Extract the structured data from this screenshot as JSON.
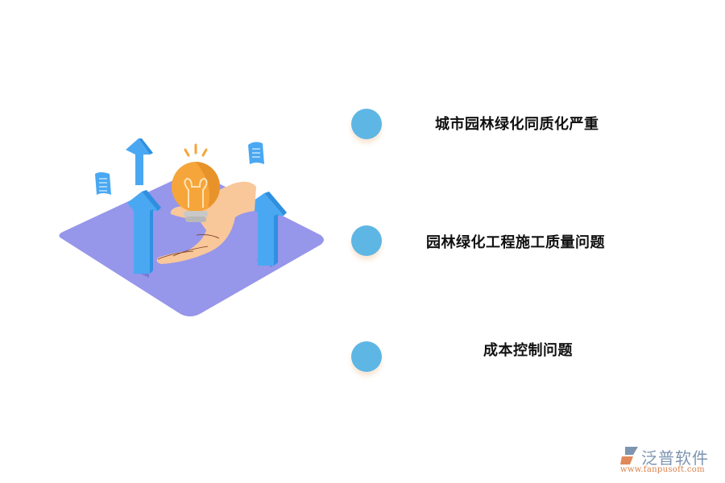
{
  "items": [
    {
      "label": "城市园林绿化同质化严重",
      "dot_color": "#5eb6e4"
    },
    {
      "label": "园林绿化工程施工质量问题",
      "dot_color": "#5eb6e4"
    },
    {
      "label": "成本控制问题",
      "dot_color": "#5eb6e4"
    }
  ],
  "illustration": {
    "description": "isometric purple platform with hand holding light bulb and blue up arrows",
    "colors": {
      "platform": "#9696ea",
      "arrow": "#4aa8f2",
      "bulb": "#f5a53a",
      "hand": "#f8c79a",
      "base": "#c8c8c8"
    }
  },
  "logo": {
    "name": "泛普软件",
    "url": "www.fanpusoft.com"
  }
}
